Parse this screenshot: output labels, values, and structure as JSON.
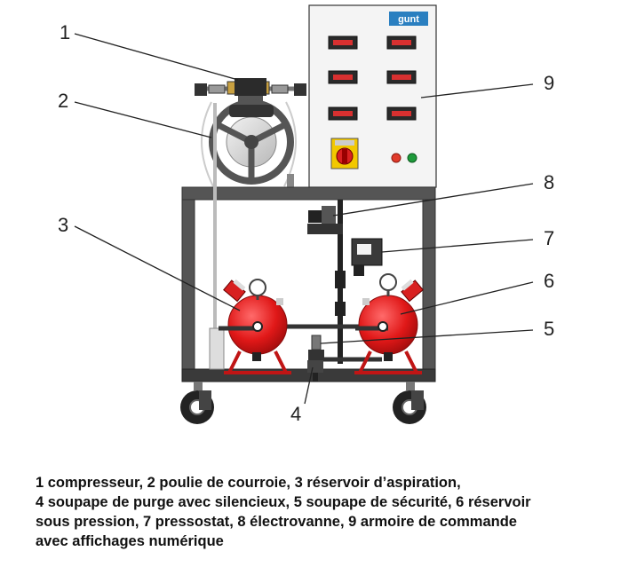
{
  "diagram": {
    "brand_logo": "gunt",
    "callouts": [
      "1",
      "2",
      "3",
      "4",
      "5",
      "6",
      "7",
      "8",
      "9"
    ],
    "colors": {
      "frame": "#555555",
      "frame_dark": "#3a3a3a",
      "tank_red": "#e01818",
      "cabinet": "#f4f4f4",
      "display_bg": "#2a2a2a",
      "display_digits": "#d83030",
      "switch_yellow": "#f2c800",
      "lamp_red": "#e03a2a",
      "lamp_green": "#1e9a3a",
      "logo_blue": "#2a7fc0"
    }
  },
  "caption": {
    "lines": [
      "1 compresseur, 2 poulie de courroie, 3 réservoir d’aspiration,",
      "4 soupape de purge avec silencieux, 5 soupape de sécurité, 6 réservoir",
      "sous pression, 7 pressostat, 8 électrovanne, 9 armoire de commande",
      "avec affichages numérique"
    ]
  }
}
